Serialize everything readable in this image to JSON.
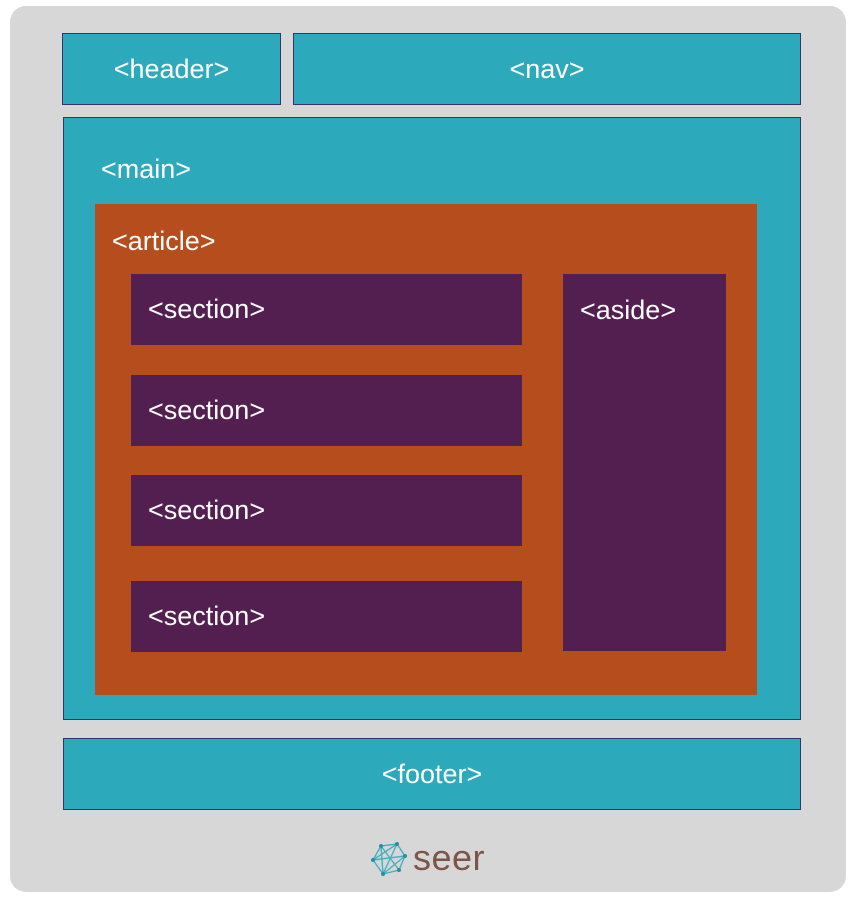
{
  "diagram": {
    "header": "<header>",
    "nav": "<nav>",
    "main": "<main>",
    "article": "<article>",
    "sections": [
      "<section>",
      "<section>",
      "<section>",
      "<section>"
    ],
    "aside": "<aside>",
    "footer": "<footer>"
  },
  "logo": {
    "text": "seer",
    "icon": "network-globe-icon"
  },
  "colors": {
    "frame": "#d8d7d8",
    "teal": "#2da9bc",
    "orange": "#b54d1c",
    "purple": "#531f51",
    "logo_text": "#7b5548"
  }
}
